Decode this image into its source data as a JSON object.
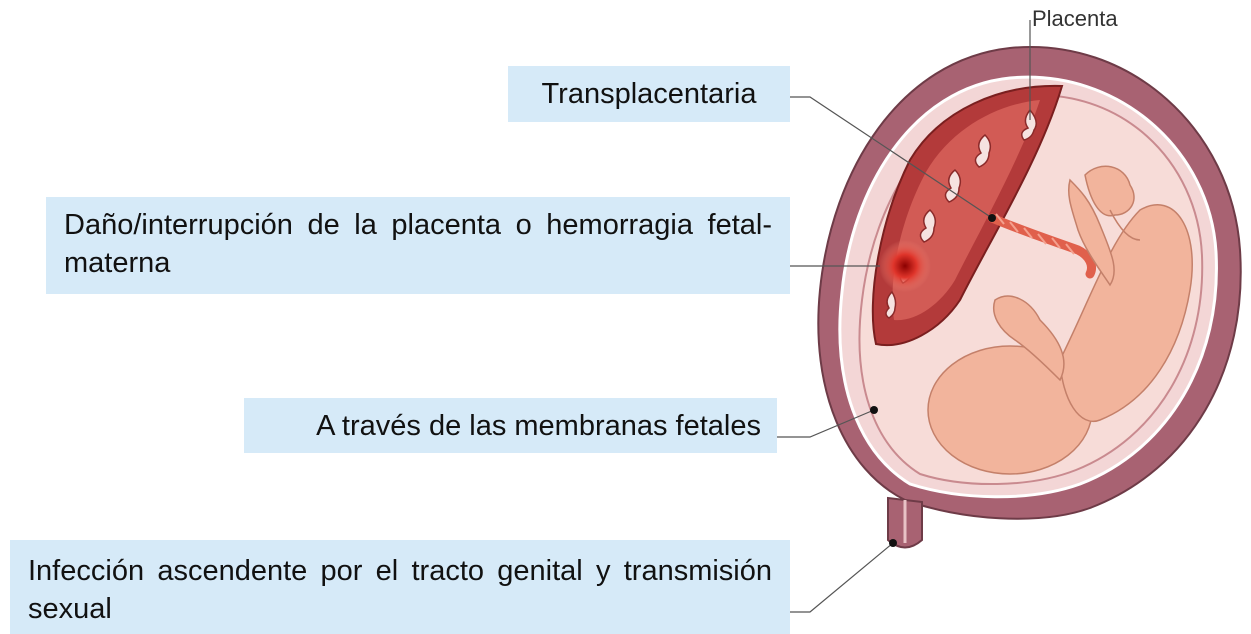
{
  "labels": {
    "placenta": "Placenta",
    "transplacentaria": "Transplacentaria",
    "dano": "Daño/interrupción de la placenta o hemorragia fetal-materna",
    "membranas": "A través de las membranas fetales",
    "ascendente": "Infección ascendente por el tracto genital y transmisión sexual"
  },
  "colors": {
    "label_background": "#d6eaf8",
    "uterus_wall": "#a86272",
    "placenta": "#b33a3a",
    "fetus": "#f2b49c",
    "amniotic": "#f7dcd8"
  }
}
